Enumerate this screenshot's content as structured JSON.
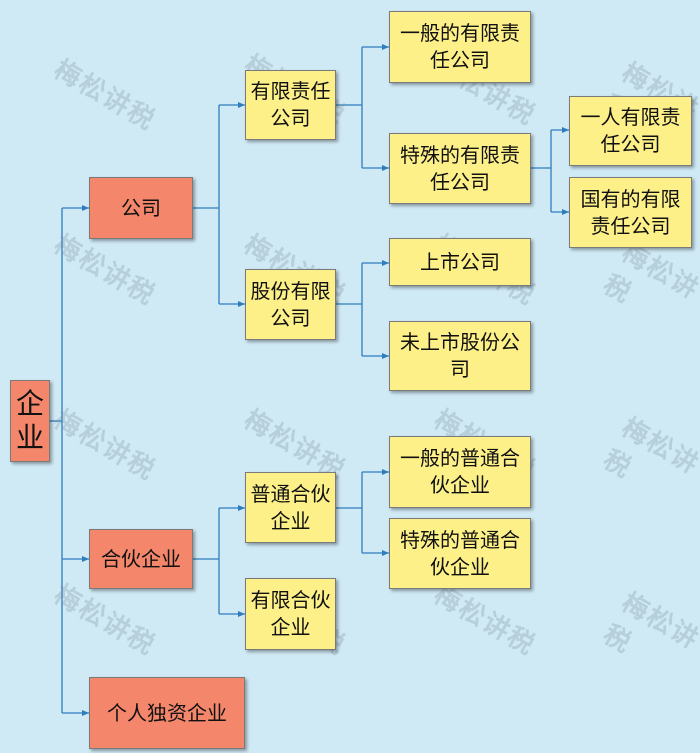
{
  "nodes": {
    "qiye": "企业",
    "gongsi": "公司",
    "hehuo": "合伙企业",
    "geren": "个人独资企业",
    "youxian": "有限责任公司",
    "gufen": "股份有限公司",
    "putong_hehuo": "普通合伙企业",
    "youxian_hehuo": "有限合伙企业",
    "yiban_youxian": "一般的有限责任公司",
    "teshu_youxian": "特殊的有限责任公司",
    "shangshi": "上市公司",
    "weishangshi": "未上市股份公司",
    "yiban_putong": "一般的普通合伙企业",
    "teshu_putong": "特殊的普通合伙企业",
    "yiren_youxian": "一人有限责任公司",
    "guoyou_youxian": "国有的有限责任公司"
  },
  "watermark": "梅松讲税",
  "colors": {
    "background": "#cfe9f5",
    "level1": "#f4866b",
    "level2": "#fdf089",
    "line": "#2e7dbf"
  }
}
